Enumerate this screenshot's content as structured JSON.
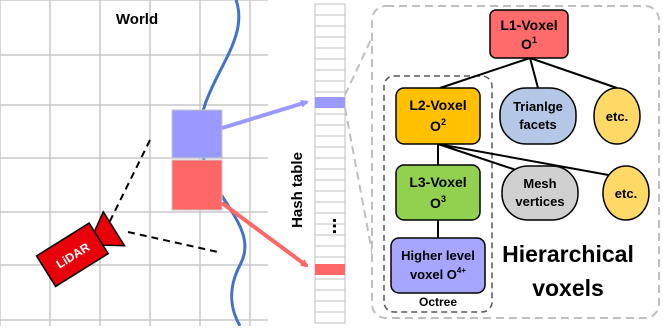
{
  "world": {
    "title": "World"
  },
  "lidar": {
    "label": "LiDAR"
  },
  "hash_table": {
    "label": "Hash table",
    "ellipsis": "..."
  },
  "octree": {
    "label": "Octree"
  },
  "nodes": {
    "l1": {
      "line1": "L1-Voxel",
      "base": "O",
      "sup": "1"
    },
    "l2": {
      "line1": "L2-Voxel",
      "base": "O",
      "sup": "2"
    },
    "l3": {
      "line1": "L3-Voxel",
      "base": "O",
      "sup": "3"
    },
    "l4": {
      "line1": "Higher level",
      "base": "voxel O",
      "sup": "4+"
    },
    "tri": {
      "line1": "Trianlge",
      "line2": "facets"
    },
    "etc1": {
      "label": "etc."
    },
    "mesh": {
      "line1": "Mesh",
      "line2": "vertices"
    },
    "etc2": {
      "label": "etc."
    }
  },
  "caption": {
    "line1": "Hierarchical",
    "line2": "voxels"
  },
  "colors": {
    "grid": "#c8c8c8",
    "curve": "#4472c4",
    "voxel_blue": "#9999ff",
    "voxel_red": "#ff6666",
    "lidar": "#e8000b",
    "l1_fill": "#ff6b6b",
    "l2_fill": "#ffc000",
    "l3_fill": "#92d050",
    "l4_fill": "#a6a6ff",
    "tri_fill": "#b4c7e7",
    "mesh_fill": "#d0d0d0",
    "etc_fill": "#ffd966"
  }
}
